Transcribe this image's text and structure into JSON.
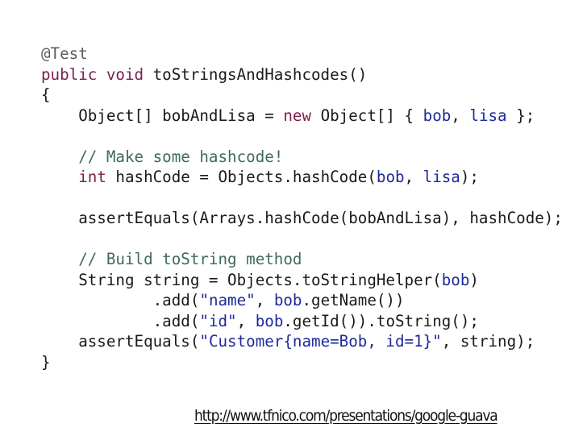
{
  "code": {
    "lines": [
      [
        {
          "t": "@Test",
          "c": "ann"
        }
      ],
      [
        {
          "t": "public void ",
          "c": "kw"
        },
        {
          "t": "toStringsAndHashcodes()",
          "c": "pl"
        }
      ],
      [
        {
          "t": "{",
          "c": "pl"
        }
      ],
      [
        {
          "t": "    Object[] bobAndLisa = ",
          "c": "pl"
        },
        {
          "t": "new",
          "c": "kw"
        },
        {
          "t": " Object[] { ",
          "c": "pl"
        },
        {
          "t": "bob",
          "c": "var"
        },
        {
          "t": ", ",
          "c": "pl"
        },
        {
          "t": "lisa",
          "c": "var"
        },
        {
          "t": " };",
          "c": "pl"
        }
      ],
      [],
      [
        {
          "t": "    // Make some hashcode!",
          "c": "cmt"
        }
      ],
      [
        {
          "t": "    ",
          "c": "pl"
        },
        {
          "t": "int",
          "c": "kw"
        },
        {
          "t": " hashCode = Objects.hashCode(",
          "c": "pl"
        },
        {
          "t": "bob",
          "c": "var"
        },
        {
          "t": ", ",
          "c": "pl"
        },
        {
          "t": "lisa",
          "c": "var"
        },
        {
          "t": ");",
          "c": "pl"
        }
      ],
      [],
      [
        {
          "t": "    assertEquals(Arrays.hashCode(bobAndLisa), hashCode);",
          "c": "pl"
        }
      ],
      [],
      [
        {
          "t": "    // Build toString method",
          "c": "cmt"
        }
      ],
      [
        {
          "t": "    String string = Objects.toStringHelper(",
          "c": "pl"
        },
        {
          "t": "bob",
          "c": "var"
        },
        {
          "t": ")",
          "c": "pl"
        }
      ],
      [
        {
          "t": "            .add(",
          "c": "pl"
        },
        {
          "t": "\"name\"",
          "c": "str"
        },
        {
          "t": ", ",
          "c": "pl"
        },
        {
          "t": "bob",
          "c": "var"
        },
        {
          "t": ".getName())",
          "c": "pl"
        }
      ],
      [
        {
          "t": "            .add(",
          "c": "pl"
        },
        {
          "t": "\"id\"",
          "c": "str"
        },
        {
          "t": ", ",
          "c": "pl"
        },
        {
          "t": "bob",
          "c": "var"
        },
        {
          "t": ".getId()).toString();",
          "c": "pl"
        }
      ],
      [
        {
          "t": "    assertEquals(",
          "c": "pl"
        },
        {
          "t": "\"Customer{name=Bob, id=1}\"",
          "c": "str"
        },
        {
          "t": ", string);",
          "c": "pl"
        }
      ],
      [
        {
          "t": "}",
          "c": "pl"
        }
      ]
    ]
  },
  "footer": {
    "url": "http://www.tfnico.com/presentations/google-guava"
  },
  "colors": {
    "annotation": "#5d5d5d",
    "keyword": "#7a1f4d",
    "identifier": "#1d2a9a",
    "comment": "#3e6b5a",
    "text": "#1a1a1a"
  }
}
